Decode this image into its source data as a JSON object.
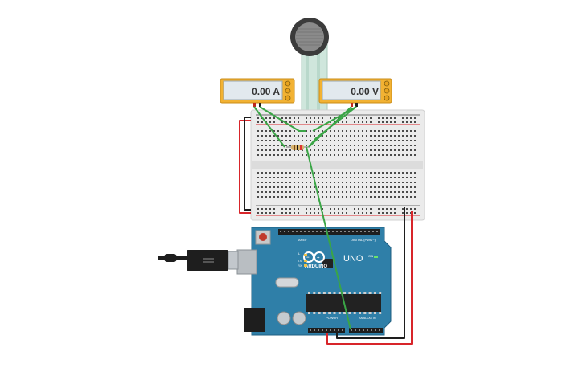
{
  "ammeter": {
    "reading": "0.00 A"
  },
  "voltmeter": {
    "reading": "0.00 V"
  },
  "arduino": {
    "logo_text": "ARDUINO",
    "model": "UNO",
    "digital_header_label": "DIGITAL (PWM~)",
    "power_label": "POWER",
    "analog_label": "ANALOG IN",
    "on_led_label": "ON",
    "tx_label": "TX",
    "rx_label": "RX",
    "l_label": "L",
    "aref_label": "AREF"
  },
  "colors": {
    "meter_frame": "#f2b233",
    "display": "#e2e9ee",
    "board_blue": "#2f7fa8",
    "wire_green": "#3aa546",
    "wire_red": "#d8252a",
    "wire_black": "#1e1e1e",
    "breadboard": "#eaeaea"
  },
  "icons": [
    "force-sensor-icon",
    "resistor-icon",
    "usb-cable-icon",
    "infinity-logo-icon"
  ]
}
